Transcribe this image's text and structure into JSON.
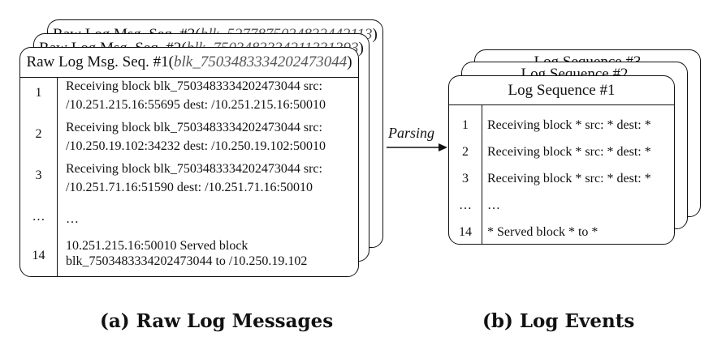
{
  "raw_logs": {
    "back_cards": [
      {
        "prefix": "Raw Log Msg. Seq. #3(",
        "block_id": "blk_5277875034832442113",
        "suffix": ")"
      },
      {
        "prefix": "Raw Log Msg. Seq. #2(",
        "block_id": "blk_7503483334211331393",
        "suffix": ")"
      }
    ],
    "front": {
      "prefix": "Raw Log Msg. Seq. #1(",
      "block_id": "blk_7503483334202473044",
      "suffix": ")",
      "rows": [
        {
          "num": "1",
          "line1": "Receiving block blk_7503483334202473044 src:",
          "line2": "/10.251.215.16:55695 dest: /10.251.215.16:50010"
        },
        {
          "num": "2",
          "line1": "Receiving block blk_7503483334202473044 src:",
          "line2": "/10.250.19.102:34232 dest: /10.250.19.102:50010"
        },
        {
          "num": "3",
          "line1": "Receiving block blk_7503483334202473044 src:",
          "line2": "/10.251.71.16:51590 dest: /10.251.71.16:50010"
        },
        {
          "num": "…",
          "line1": "…",
          "line2": ""
        },
        {
          "num": "14",
          "line1": "10.251.215.16:50010 Served block",
          "line2": "blk_7503483334202473044 to /10.250.19.102"
        }
      ]
    }
  },
  "arrow": {
    "label": "Parsing"
  },
  "events": {
    "back_titles": [
      "Log Sequence #3",
      "Log Sequence #2"
    ],
    "front": {
      "title": "Log Sequence #1",
      "rows": [
        {
          "num": "1",
          "text": "Receiving block * src: * dest: *"
        },
        {
          "num": "2",
          "text": "Receiving block * src: * dest: *"
        },
        {
          "num": "3",
          "text": "Receiving block * src: * dest: *"
        },
        {
          "num": "…",
          "text": "…"
        },
        {
          "num": "14",
          "text": "* Served block * to *"
        }
      ]
    }
  },
  "captions": {
    "left": "(a) Raw Log Messages",
    "right": "(b) Log Events"
  }
}
